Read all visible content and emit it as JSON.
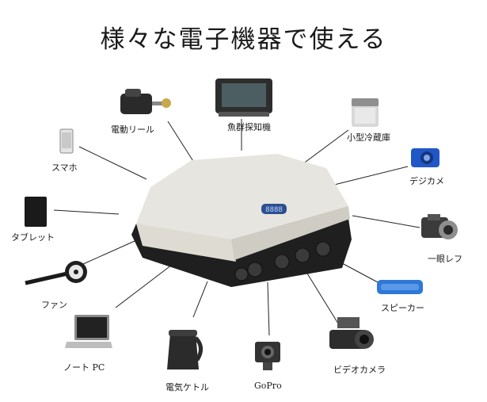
{
  "title": "様々な電子機器で使える",
  "center_device": {
    "display": "8888"
  },
  "devices": [
    {
      "label": "電動リール"
    },
    {
      "label": "魚群探知機"
    },
    {
      "label": "小型冷蔵庫"
    },
    {
      "label": "スマホ"
    },
    {
      "label": "デジカメ"
    },
    {
      "label": "タブレット"
    },
    {
      "label": "一眼レフ"
    },
    {
      "label": "ファン"
    },
    {
      "label": "スピーカー"
    },
    {
      "label": "ノート PC"
    },
    {
      "label": "電気ケトル"
    },
    {
      "label": "GoPro"
    },
    {
      "label": "ビデオカメラ"
    }
  ],
  "colors": {
    "case_top": "#e7e5df",
    "case_bottom": "#1e1e1e",
    "display": "#2e4f8f",
    "speaker": "#2f78d6",
    "camera": "#1f57c6"
  }
}
